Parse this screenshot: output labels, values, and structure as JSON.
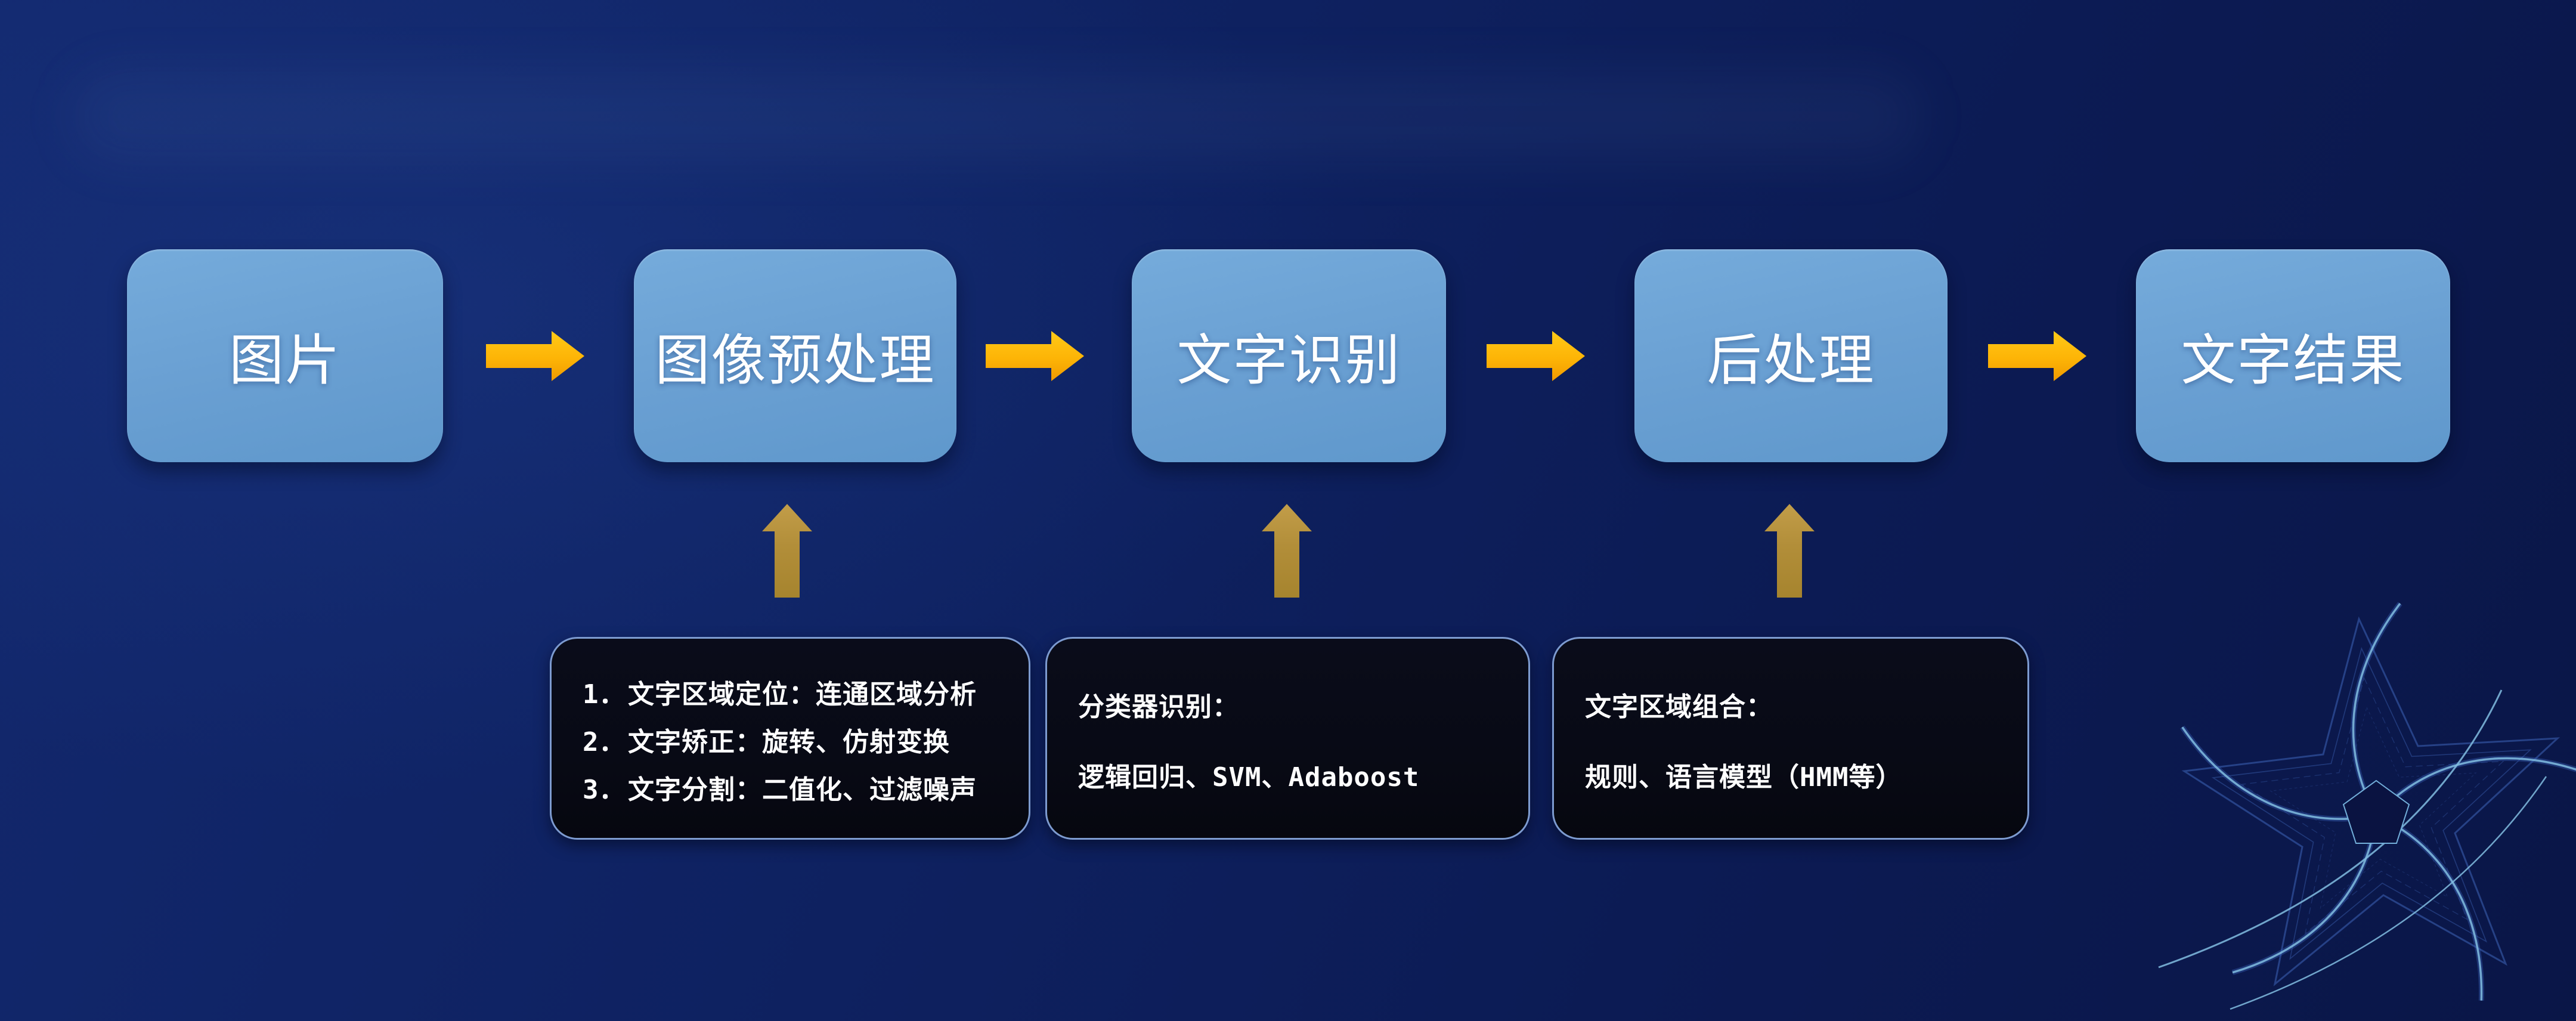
{
  "flow": {
    "steps": [
      {
        "label": "图片"
      },
      {
        "label": "图像预处理"
      },
      {
        "label": "文字识别"
      },
      {
        "label": "后处理"
      },
      {
        "label": "文字结果"
      }
    ]
  },
  "notes": [
    {
      "items": [
        {
          "num": "1．",
          "text": "文字区域定位：连通区域分析"
        },
        {
          "num": "2．",
          "text": "文字矫正：旋转、仿射变换"
        },
        {
          "num": "3．",
          "text": "文字分割：二值化、过滤噪声"
        }
      ]
    },
    {
      "heading": "分类器识别：",
      "body_cn": "逻辑回归、",
      "body_latin": "SVM、Adaboost"
    },
    {
      "heading": "文字区域组合：",
      "body_pre": "规则、语言模型（",
      "body_latin": "HMM",
      "body_post": "等）"
    }
  ],
  "colors": {
    "bg_top_left": "#13296f",
    "bg_mid": "#0e2160",
    "bg_bottom_right": "#0a1647",
    "box_fill_top": "#75abdb",
    "box_fill_bottom": "#5f98cc",
    "box_label": "#ffffff",
    "flow_arrow_top": "#ffc918",
    "flow_arrow_bottom": "#f09a00",
    "up_arrow_top": "#c29d49",
    "up_arrow_bottom": "#a6842e",
    "note_bg": "#080a15",
    "note_border": "#7d9bd0",
    "note_text": "#ffffff",
    "deco_line": "#3a5fb0",
    "deco_accent": "#8fd0f2"
  }
}
